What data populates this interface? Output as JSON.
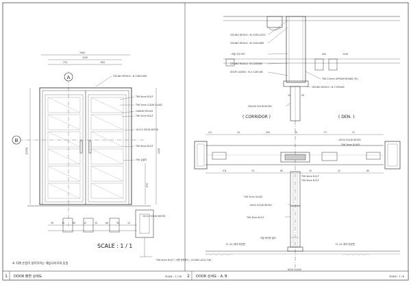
{
  "title_bar": {
    "left": {
      "number": "1",
      "title": "DOOR 평면 상세도",
      "scale": "SCALE : 1 / 30"
    },
    "right": {
      "number": "2",
      "title": "DOOR 상세도 - A, B",
      "scale": "SCALE : 1 / 6"
    }
  },
  "left_drawing": {
    "section_marks": {
      "a": "A",
      "b": "B"
    },
    "dimensions": {
      "overall": "1900",
      "inner": "1240",
      "left_leaf": "715",
      "right_leaf": "820",
      "vertical_left": "(2220)",
      "vertical_right": "2220",
      "vertical_small": "870"
    },
    "notes": [
      "CEILING MOULD : M-1085×480",
      "THK 6mm M.D.F / 곡면가공 하이그로시 / CLEAR LACQ. F/N",
      "THK 5mm CLEAR GLASS",
      "CASING MOULD",
      "THK 9mm M.D.F / 곡면 부착하기 / (CLEAR LACQ. F/N)",
      "10×12 SOLID WOOD",
      "THK 6mm M.D.F / 곡면 부착하기",
      "THK 손잡이",
      "10×12 SOLID WOOD",
      "THK 6mm M.D.F / 곡면 부착하기 / (CLEAR LACQ. F/N)"
    ],
    "bottom_dims": [
      "30",
      "15",
      "60",
      "12",
      "15",
      "60",
      "30",
      "12"
    ],
    "scale_label": "SCALE : 1 / 1",
    "footnote": "※ 지례 손잡이 설치하지는 제삼사이즈와 동일"
  },
  "right_drawing": {
    "corridor": "( CORRIDOR )",
    "den": "( DEN. )",
    "notes_top": [
      "CEILING MOULD : M-1185×1200",
      "CEILING MOULD : M-1182×885",
      "- 러링 석고 보드",
      "CEILING MOULD : M-1185X60",
      "DOOR CASING : M-4 1185×80",
      "THK 9.5mm GYPSUM BOARD (PL) / 바탕 한정수에복",
      "CEILING MOULD : M-3 955x60",
      "20X100 SOLID WOOD / THK 3mm 주석 페인 / CLEAR LACQ. F/N"
    ],
    "notes_mid": [
      "10X12 SOLID WOOD",
      "THK 5mm GLASS",
      "THK 6mm M.D.F / 페인트 부스",
      "THK 6mm M.D.F / 곡면 부스",
      "THK 5mm GLASS"
    ],
    "notes_low": [
      "10X12 SOLID WOOD",
      "THK 6mm M.D.F / 곡면방 부스인 / CLEAR LACQ. F/N",
      "차광 데크를 설치"
    ],
    "dims_top": [
      "400",
      "1240",
      "10",
      "50"
    ],
    "dims_mid": [
      "2.5",
      "5.8",
      "15",
      "15",
      "200",
      "65",
      "10",
      "15",
      "7.5",
      "12",
      "27",
      "65"
    ],
    "floor_labels": [
      "FL ±0 (바닥 마감면)",
      "FL ±0 (바닥 마감면)"
    ],
    "bottom_label": "HIGH GLASS"
  }
}
